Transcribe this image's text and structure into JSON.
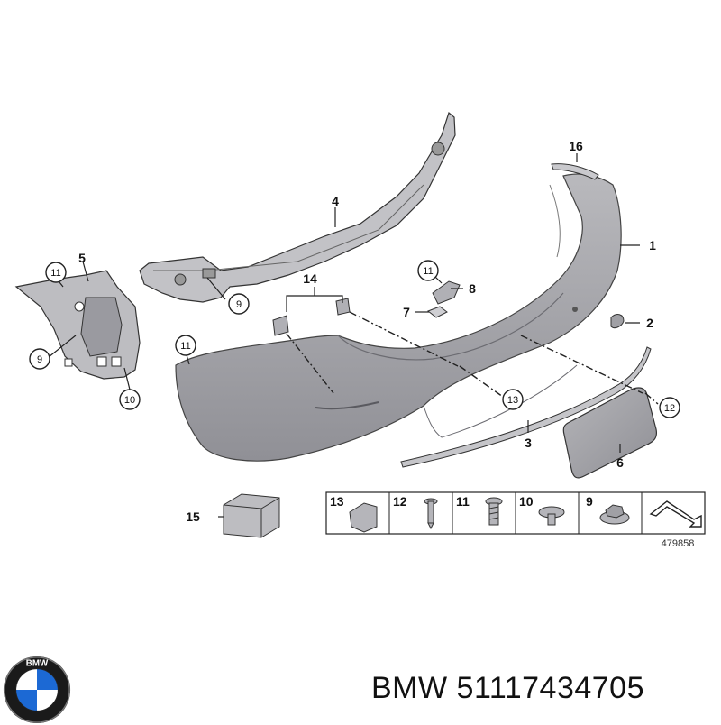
{
  "callouts": {
    "c1": "1",
    "c2": "2",
    "c3": "3",
    "c4": "4",
    "c5": "5",
    "c6": "6",
    "c7": "7",
    "c8": "8",
    "c9a": "9",
    "c9b": "9",
    "c10": "10",
    "c11a": "11",
    "c11b": "11",
    "c11c": "11",
    "c12": "12",
    "c13": "13",
    "c14": "14",
    "c15": "15",
    "c16": "16"
  },
  "legend": {
    "cells": [
      "13",
      "12",
      "11",
      "10",
      "9"
    ],
    "figure_number": "479858"
  },
  "footer": {
    "brand": "BMW",
    "part_number": "51117434705",
    "logo_letters": "BMW"
  },
  "colors": {
    "part_fill": "#a9a9ad",
    "part_shade": "#8e8e93",
    "line": "#222222",
    "logo_blue": "#1c69d4"
  }
}
